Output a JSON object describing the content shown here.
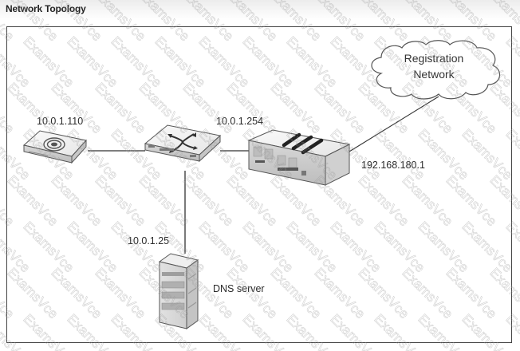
{
  "title": "Network Topology",
  "watermark_text": "ExamsVce",
  "nodes": {
    "access_point": {
      "name": "wireless-access-point",
      "ip": "10.0.1.110"
    },
    "switch": {
      "name": "switch",
      "ip": ""
    },
    "firewall": {
      "name": "firewall",
      "ip_internal": "10.0.1.254",
      "ip_external": "192.168.180.1"
    },
    "dns_server": {
      "name": "DNS server",
      "label": "DNS server",
      "ip": "10.0.1.25"
    },
    "cloud": {
      "line1": "Registration",
      "line2": "Network"
    }
  },
  "links": [
    {
      "from": "access_point",
      "to": "switch"
    },
    {
      "from": "switch",
      "to": "firewall"
    },
    {
      "from": "switch",
      "to": "dns_server"
    },
    {
      "from": "firewall",
      "to": "cloud"
    }
  ]
}
